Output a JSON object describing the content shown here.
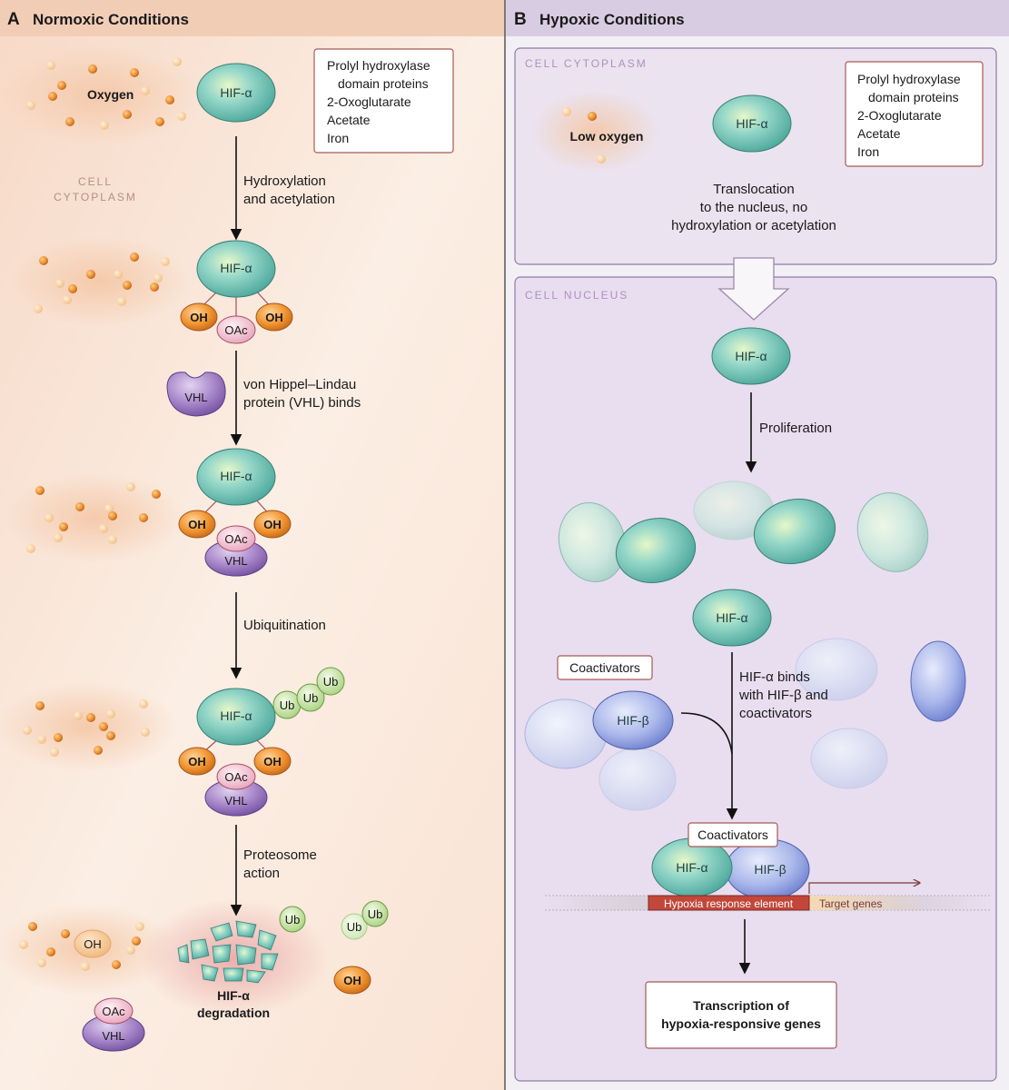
{
  "panelA": {
    "letter": "A",
    "title": "Normoxic Conditions",
    "oxygen_label": "Oxygen",
    "cytoplasm_line1": "CELL",
    "cytoplasm_line2": "CYTOPLASM",
    "factors": [
      "Prolyl hydroxylase",
      "domain proteins",
      "2-Oxoglutarate",
      "Acetate",
      "Iron"
    ],
    "hif_label": "HIF-α",
    "oh_label": "OH",
    "oac_label": "OAc",
    "vhl_label": "VHL",
    "ub_label": "Ub",
    "step1": [
      "Hydroxylation",
      "and acetylation"
    ],
    "step2": [
      "von Hippel–Lindau",
      "protein (VHL) binds"
    ],
    "step3": "Ubiquitination",
    "step4": [
      "Proteosome",
      "action"
    ],
    "degradation": [
      "HIF-α",
      "degradation"
    ]
  },
  "panelB": {
    "letter": "B",
    "title": "Hypoxic Conditions",
    "cytoplasm": "CELL CYTOPLASM",
    "nucleus": "CELL NUCLEUS",
    "low_oxygen": "Low oxygen",
    "factors": [
      "Prolyl hydroxylase",
      "domain proteins",
      "2-Oxoglutarate",
      "Acetate",
      "Iron"
    ],
    "translocation": [
      "Translocation",
      "to the nucleus, no",
      "hydroxylation or acetylation"
    ],
    "proliferation": "Proliferation",
    "hif_label": "HIF-α",
    "hifb_label": "HIF-β",
    "coactivators": "Coactivators",
    "binds": [
      "HIF-α binds",
      "with HIF-β and",
      "coactivators"
    ],
    "hre": "Hypoxia response element",
    "target_genes": "Target genes",
    "transcription": [
      "Transcription of",
      "hypoxia-responsive genes"
    ]
  },
  "colors": {
    "panelA_bg": "#fbe9dd",
    "panelB_bg": "#f0eaf3",
    "header_A": "#f2cdb6",
    "header_B": "#d9cde2",
    "hif_teal": "#7fcbc0",
    "oh_orange": "#e88a2c",
    "oac_pink": "#f3c8d6",
    "vhl_purple": "#9d7ec0",
    "ub_green": "#c8e3a6",
    "hifb_blue": "#a6b3e6",
    "hre_red": "#c4493b"
  }
}
